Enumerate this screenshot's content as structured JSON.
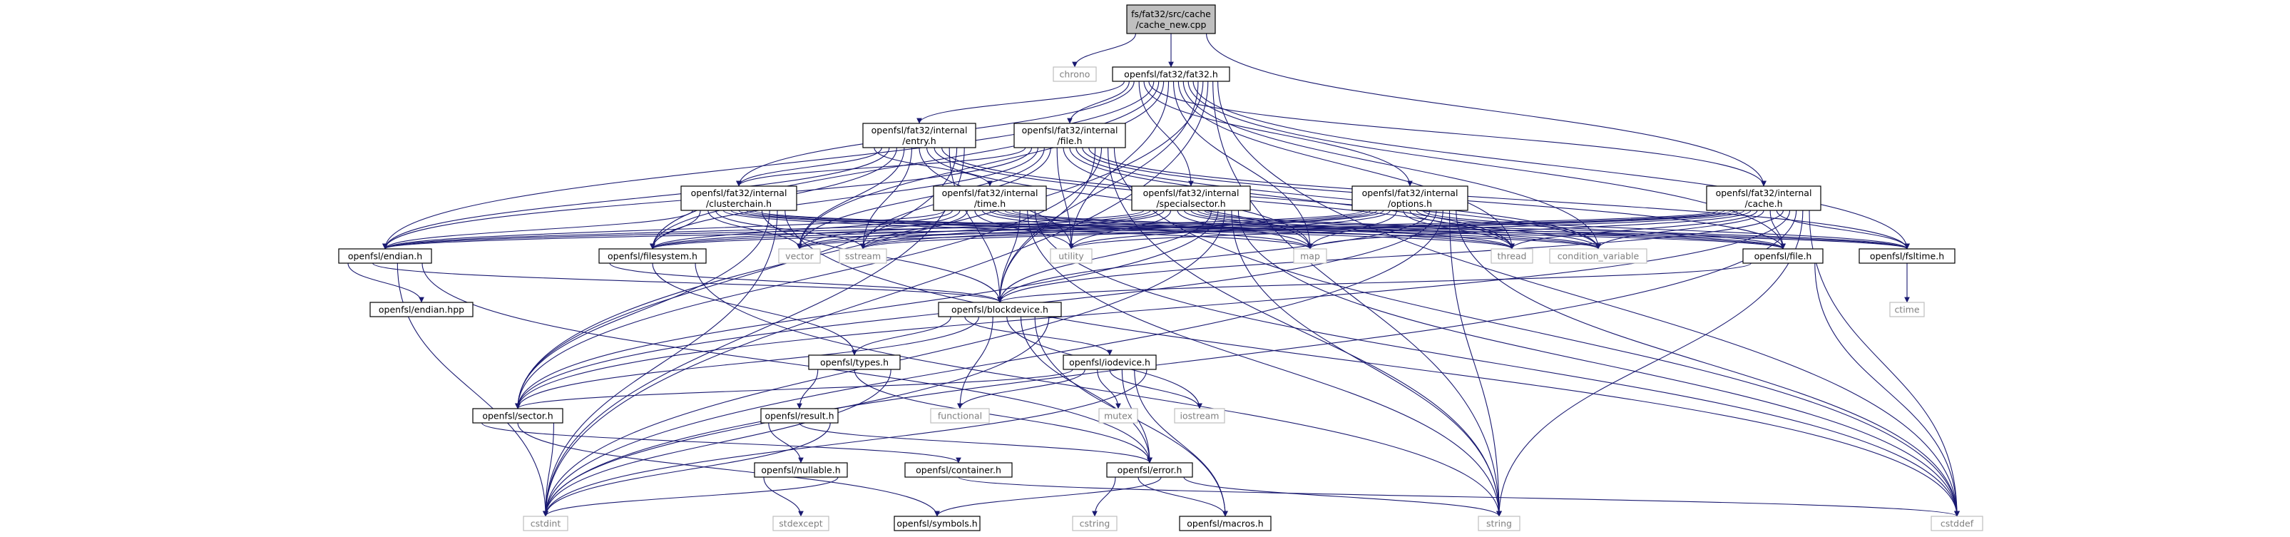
{
  "colors": {
    "edge": "#191970",
    "project_node_stroke": "#000000",
    "project_node_fill": "#ffffff",
    "std_node_stroke": "#bfbfbf",
    "std_node_text": "#7f7f7f",
    "root_node_fill": "#bfbfbf"
  },
  "nodes": [
    {
      "id": "root",
      "label": "fs/fat32/src/cache\n/cache_new.cpp",
      "kind": "root"
    },
    {
      "id": "chrono",
      "label": "chrono",
      "kind": "std"
    },
    {
      "id": "fat32",
      "label": "openfsl/fat32/fat32.h",
      "kind": "project"
    },
    {
      "id": "entry",
      "label": "openfsl/fat32/internal\n/entry.h",
      "kind": "project"
    },
    {
      "id": "file_int",
      "label": "openfsl/fat32/internal\n/file.h",
      "kind": "project"
    },
    {
      "id": "clusterchain",
      "label": "openfsl/fat32/internal\n/clusterchain.h",
      "kind": "project"
    },
    {
      "id": "time_int",
      "label": "openfsl/fat32/internal\n/time.h",
      "kind": "project"
    },
    {
      "id": "specialsector",
      "label": "openfsl/fat32/internal\n/specialsector.h",
      "kind": "project"
    },
    {
      "id": "options",
      "label": "openfsl/fat32/internal\n/options.h",
      "kind": "project"
    },
    {
      "id": "cache_int",
      "label": "openfsl/fat32/internal\n/cache.h",
      "kind": "project"
    },
    {
      "id": "endian",
      "label": "openfsl/endian.h",
      "kind": "project"
    },
    {
      "id": "filesystem",
      "label": "openfsl/filesystem.h",
      "kind": "project"
    },
    {
      "id": "vector",
      "label": "vector",
      "kind": "std"
    },
    {
      "id": "sstream",
      "label": "sstream",
      "kind": "std"
    },
    {
      "id": "utility",
      "label": "utility",
      "kind": "std"
    },
    {
      "id": "map",
      "label": "map",
      "kind": "std"
    },
    {
      "id": "thread",
      "label": "thread",
      "kind": "std"
    },
    {
      "id": "condvar",
      "label": "condition_variable",
      "kind": "std"
    },
    {
      "id": "ofile",
      "label": "openfsl/file.h",
      "kind": "project"
    },
    {
      "id": "fsltime",
      "label": "openfsl/fsltime.h",
      "kind": "project"
    },
    {
      "id": "ctime",
      "label": "ctime",
      "kind": "std"
    },
    {
      "id": "endianhpp",
      "label": "openfsl/endian.hpp",
      "kind": "project"
    },
    {
      "id": "blockdevice",
      "label": "openfsl/blockdevice.h",
      "kind": "project"
    },
    {
      "id": "types",
      "label": "openfsl/types.h",
      "kind": "project"
    },
    {
      "id": "iodevice",
      "label": "openfsl/iodevice.h",
      "kind": "project"
    },
    {
      "id": "sector",
      "label": "openfsl/sector.h",
      "kind": "project"
    },
    {
      "id": "result",
      "label": "openfsl/result.h",
      "kind": "project"
    },
    {
      "id": "functional",
      "label": "functional",
      "kind": "std"
    },
    {
      "id": "mutex",
      "label": "mutex",
      "kind": "std"
    },
    {
      "id": "iostream",
      "label": "iostream",
      "kind": "std"
    },
    {
      "id": "nullable",
      "label": "openfsl/nullable.h",
      "kind": "project"
    },
    {
      "id": "container",
      "label": "openfsl/container.h",
      "kind": "project"
    },
    {
      "id": "error",
      "label": "openfsl/error.h",
      "kind": "project"
    },
    {
      "id": "cstdint",
      "label": "cstdint",
      "kind": "std"
    },
    {
      "id": "stdexcept",
      "label": "stdexcept",
      "kind": "std"
    },
    {
      "id": "symbols",
      "label": "openfsl/symbols.h",
      "kind": "project"
    },
    {
      "id": "cstring",
      "label": "cstring",
      "kind": "std"
    },
    {
      "id": "macros",
      "label": "openfsl/macros.h",
      "kind": "project"
    },
    {
      "id": "string",
      "label": "string",
      "kind": "std"
    },
    {
      "id": "cstddef",
      "label": "cstddef",
      "kind": "std"
    }
  ],
  "edges": [
    [
      "root",
      "chrono"
    ],
    [
      "root",
      "fat32"
    ],
    [
      "root",
      "cache_int"
    ],
    [
      "fat32",
      "entry"
    ],
    [
      "fat32",
      "file_int"
    ],
    [
      "fat32",
      "clusterchain"
    ],
    [
      "fat32",
      "specialsector"
    ],
    [
      "fat32",
      "options"
    ],
    [
      "fat32",
      "cache_int"
    ],
    [
      "fat32",
      "endian"
    ],
    [
      "fat32",
      "filesystem"
    ],
    [
      "fat32",
      "vector"
    ],
    [
      "fat32",
      "utility"
    ],
    [
      "fat32",
      "map"
    ],
    [
      "fat32",
      "thread"
    ],
    [
      "fat32",
      "condvar"
    ],
    [
      "fat32",
      "ofile"
    ],
    [
      "fat32",
      "fsltime"
    ],
    [
      "fat32",
      "blockdevice"
    ],
    [
      "fat32",
      "sector"
    ],
    [
      "fat32",
      "cstdint"
    ],
    [
      "fat32",
      "string"
    ],
    [
      "fat32",
      "cstddef"
    ],
    [
      "entry",
      "time_int"
    ],
    [
      "entry",
      "clusterchain"
    ],
    [
      "entry",
      "endian"
    ],
    [
      "entry",
      "filesystem"
    ],
    [
      "entry",
      "vector"
    ],
    [
      "entry",
      "sstream"
    ],
    [
      "entry",
      "utility"
    ],
    [
      "entry",
      "map"
    ],
    [
      "entry",
      "thread"
    ],
    [
      "entry",
      "condvar"
    ],
    [
      "entry",
      "blockdevice"
    ],
    [
      "entry",
      "sector"
    ],
    [
      "entry",
      "cstdint"
    ],
    [
      "file_int",
      "clusterchain"
    ],
    [
      "file_int",
      "endian"
    ],
    [
      "file_int",
      "filesystem"
    ],
    [
      "file_int",
      "vector"
    ],
    [
      "file_int",
      "sstream"
    ],
    [
      "file_int",
      "utility"
    ],
    [
      "file_int",
      "map"
    ],
    [
      "file_int",
      "thread"
    ],
    [
      "file_int",
      "condvar"
    ],
    [
      "file_int",
      "ofile"
    ],
    [
      "file_int",
      "fsltime"
    ],
    [
      "file_int",
      "blockdevice"
    ],
    [
      "file_int",
      "sector"
    ],
    [
      "file_int",
      "string"
    ],
    [
      "file_int",
      "cstddef"
    ],
    [
      "clusterchain",
      "endian"
    ],
    [
      "clusterchain",
      "filesystem"
    ],
    [
      "clusterchain",
      "vector"
    ],
    [
      "clusterchain",
      "sstream"
    ],
    [
      "clusterchain",
      "map"
    ],
    [
      "clusterchain",
      "thread"
    ],
    [
      "clusterchain",
      "condvar"
    ],
    [
      "clusterchain",
      "ofile"
    ],
    [
      "clusterchain",
      "fsltime"
    ],
    [
      "clusterchain",
      "blockdevice"
    ],
    [
      "clusterchain",
      "sector"
    ],
    [
      "clusterchain",
      "cstdint"
    ],
    [
      "clusterchain",
      "cstddef"
    ],
    [
      "time_int",
      "endian"
    ],
    [
      "time_int",
      "filesystem"
    ],
    [
      "time_int",
      "vector"
    ],
    [
      "time_int",
      "sstream"
    ],
    [
      "time_int",
      "utility"
    ],
    [
      "time_int",
      "map"
    ],
    [
      "time_int",
      "thread"
    ],
    [
      "time_int",
      "condvar"
    ],
    [
      "time_int",
      "ofile"
    ],
    [
      "time_int",
      "fsltime"
    ],
    [
      "time_int",
      "blockdevice"
    ],
    [
      "time_int",
      "string"
    ],
    [
      "time_int",
      "cstddef"
    ],
    [
      "specialsector",
      "endian"
    ],
    [
      "specialsector",
      "filesystem"
    ],
    [
      "specialsector",
      "vector"
    ],
    [
      "specialsector",
      "sstream"
    ],
    [
      "specialsector",
      "utility"
    ],
    [
      "specialsector",
      "map"
    ],
    [
      "specialsector",
      "thread"
    ],
    [
      "specialsector",
      "condvar"
    ],
    [
      "specialsector",
      "ofile"
    ],
    [
      "specialsector",
      "fsltime"
    ],
    [
      "specialsector",
      "blockdevice"
    ],
    [
      "specialsector",
      "sector"
    ],
    [
      "specialsector",
      "cstdint"
    ],
    [
      "specialsector",
      "string"
    ],
    [
      "specialsector",
      "cstddef"
    ],
    [
      "options",
      "endian"
    ],
    [
      "options",
      "filesystem"
    ],
    [
      "options",
      "vector"
    ],
    [
      "options",
      "sstream"
    ],
    [
      "options",
      "utility"
    ],
    [
      "options",
      "map"
    ],
    [
      "options",
      "thread"
    ],
    [
      "options",
      "condvar"
    ],
    [
      "options",
      "ofile"
    ],
    [
      "options",
      "fsltime"
    ],
    [
      "options",
      "blockdevice"
    ],
    [
      "options",
      "sector"
    ],
    [
      "options",
      "cstdint"
    ],
    [
      "options",
      "string"
    ],
    [
      "options",
      "cstddef"
    ],
    [
      "cache_int",
      "endian"
    ],
    [
      "cache_int",
      "filesystem"
    ],
    [
      "cache_int",
      "vector"
    ],
    [
      "cache_int",
      "sstream"
    ],
    [
      "cache_int",
      "utility"
    ],
    [
      "cache_int",
      "map"
    ],
    [
      "cache_int",
      "thread"
    ],
    [
      "cache_int",
      "condvar"
    ],
    [
      "cache_int",
      "ofile"
    ],
    [
      "cache_int",
      "fsltime"
    ],
    [
      "cache_int",
      "blockdevice"
    ],
    [
      "cache_int",
      "sector"
    ],
    [
      "cache_int",
      "cstdint"
    ],
    [
      "cache_int",
      "string"
    ],
    [
      "cache_int",
      "cstddef"
    ],
    [
      "endian",
      "endianhpp"
    ],
    [
      "endian",
      "blockdevice"
    ],
    [
      "endian",
      "cstdint"
    ],
    [
      "endian",
      "error"
    ],
    [
      "filesystem",
      "blockdevice"
    ],
    [
      "filesystem",
      "types"
    ],
    [
      "filesystem",
      "string"
    ],
    [
      "ofile",
      "blockdevice"
    ],
    [
      "ofile",
      "cstddef"
    ],
    [
      "fsltime",
      "ctime"
    ],
    [
      "blockdevice",
      "types"
    ],
    [
      "blockdevice",
      "iodevice"
    ],
    [
      "blockdevice",
      "sector"
    ],
    [
      "blockdevice",
      "functional"
    ],
    [
      "blockdevice",
      "iostream"
    ],
    [
      "blockdevice",
      "error"
    ],
    [
      "blockdevice",
      "macros"
    ],
    [
      "blockdevice",
      "cstdint"
    ],
    [
      "types",
      "result"
    ],
    [
      "types",
      "error"
    ],
    [
      "types",
      "cstdint"
    ],
    [
      "iodevice",
      "sector"
    ],
    [
      "iodevice",
      "functional"
    ],
    [
      "iodevice",
      "mutex"
    ],
    [
      "iodevice",
      "iostream"
    ],
    [
      "iodevice",
      "error"
    ],
    [
      "iodevice",
      "macros"
    ],
    [
      "iodevice",
      "cstdint"
    ],
    [
      "sector",
      "container"
    ],
    [
      "sector",
      "symbols"
    ],
    [
      "sector",
      "cstdint"
    ],
    [
      "result",
      "nullable"
    ],
    [
      "result",
      "error"
    ],
    [
      "result",
      "cstdint"
    ],
    [
      "nullable",
      "stdexcept"
    ],
    [
      "nullable",
      "cstdint"
    ],
    [
      "container",
      "cstddef"
    ],
    [
      "error",
      "cstring"
    ],
    [
      "error",
      "macros"
    ],
    [
      "error",
      "symbols"
    ],
    [
      "error",
      "string"
    ]
  ]
}
